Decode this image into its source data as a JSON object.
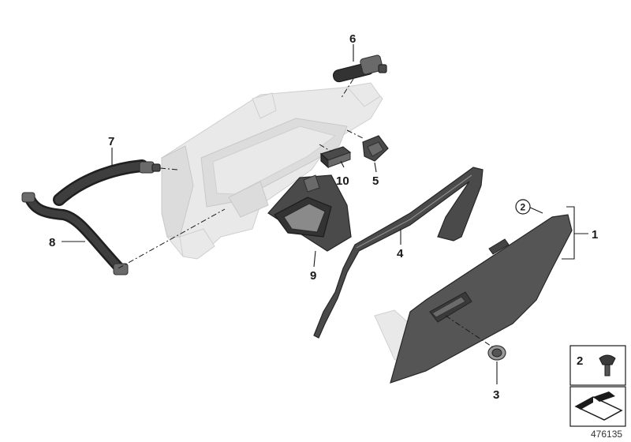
{
  "callouts": {
    "c1": "1",
    "c2": "2",
    "c3": "3",
    "c4": "4",
    "c5": "5",
    "c6": "6",
    "c7": "7",
    "c8": "8",
    "c9": "9",
    "c10": "10"
  },
  "legend": {
    "item_number": "2"
  },
  "document_number": "476135"
}
